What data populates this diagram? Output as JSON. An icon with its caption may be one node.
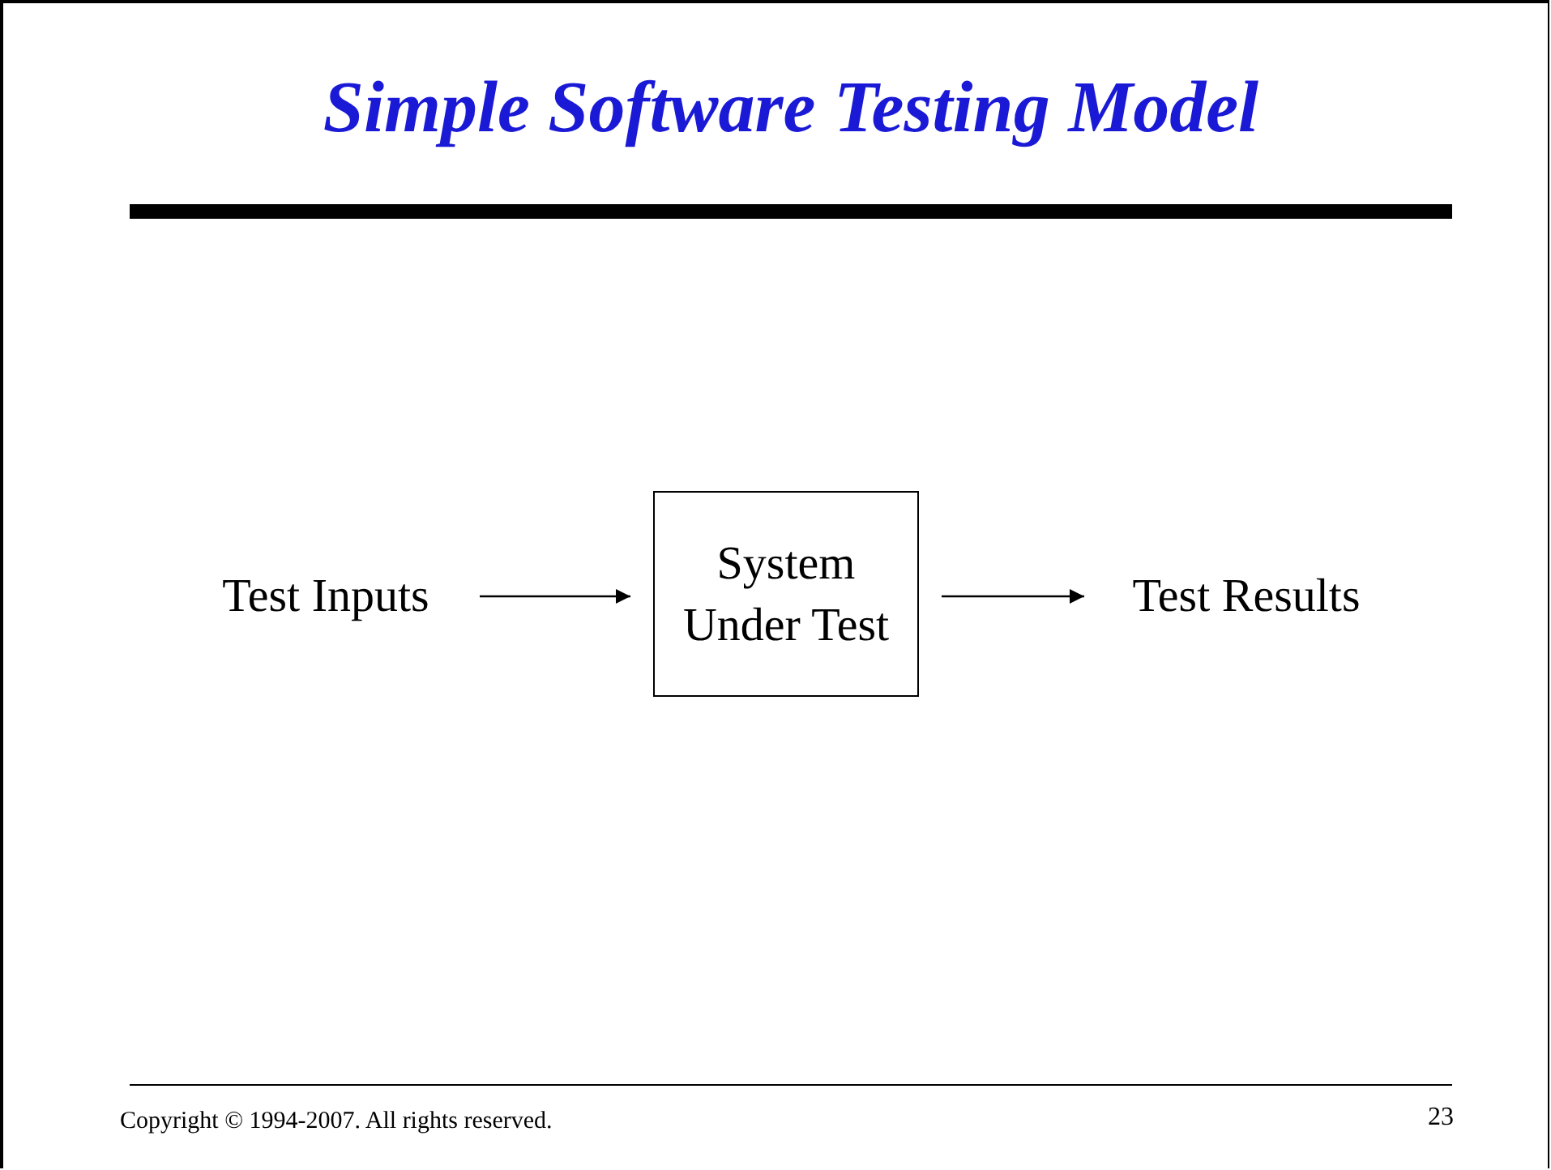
{
  "diagram": {
    "title": "Simple Software Testing Model",
    "nodes": [
      {
        "text": [
          "Test Inputs"
        ]
      },
      {
        "text": [
          "System Under Test"
        ]
      },
      {
        "text": [
          "Test Results"
        ]
      }
    ],
    "edges": [
      {
        "from": 0,
        "to": 1,
        "arrow": "to"
      },
      {
        "from": 1,
        "to": 2,
        "arrow": "to"
      }
    ],
    "labels": [
      "Copyright © 1994-2007. All rights reserved.",
      "23"
    ]
  }
}
